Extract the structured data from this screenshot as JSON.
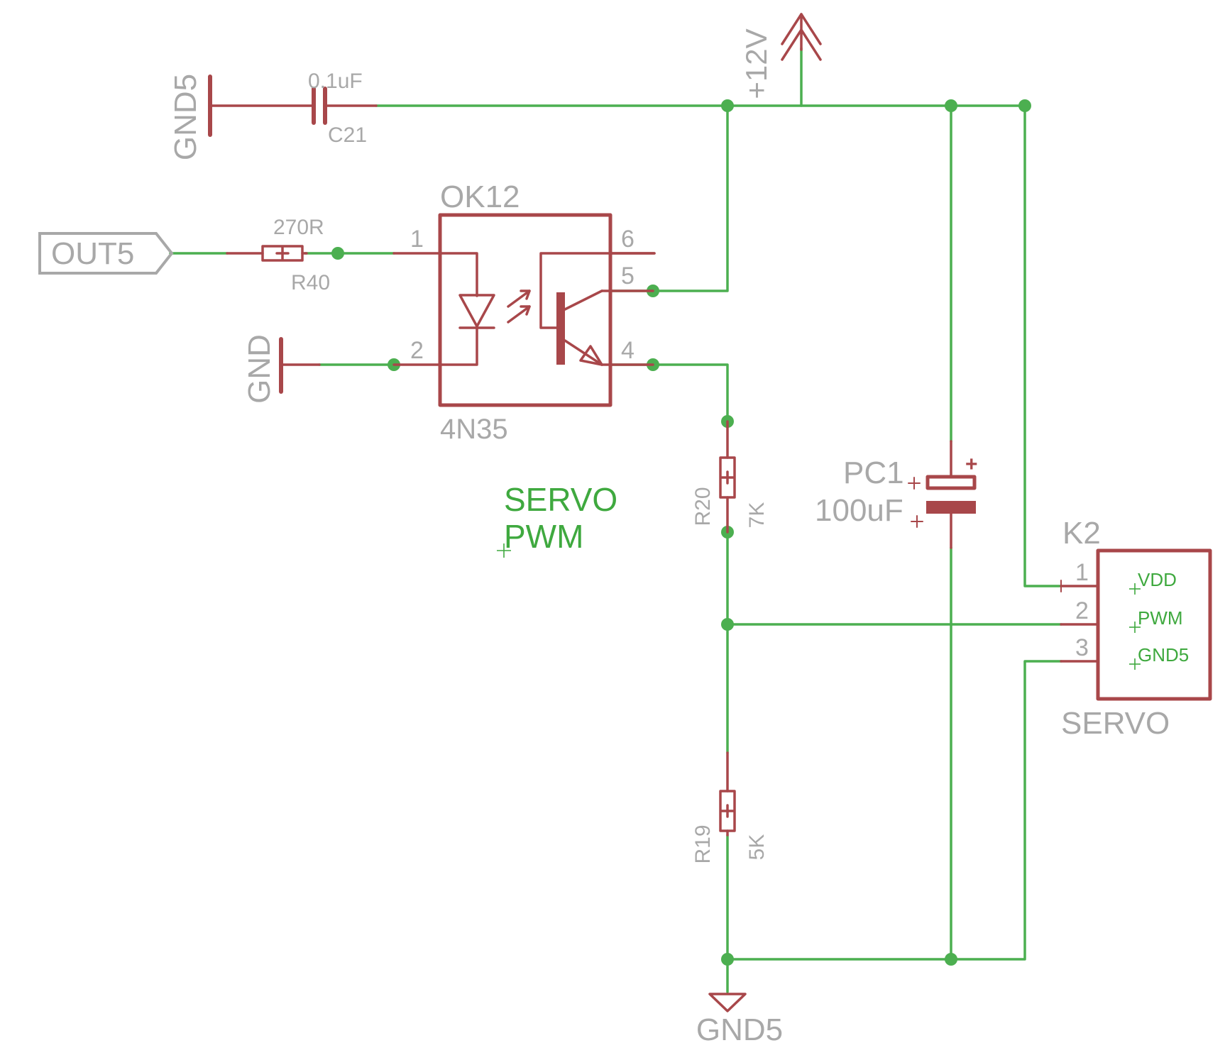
{
  "colors": {
    "wire": "#4caf50",
    "symbol": "#a8474a",
    "label": "#a8a8a8",
    "net_label": "#3fa93f"
  },
  "power": {
    "gnd5_top": "GND5",
    "gnd_left": "GND",
    "vcc": "+12V",
    "gnd5_bottom": "GND5"
  },
  "c21": {
    "value": "0.1uF",
    "name": "C21"
  },
  "r40": {
    "value": "270R",
    "name": "R40"
  },
  "out5": {
    "label": "OUT5"
  },
  "ok12": {
    "name": "OK12",
    "part": "4N35",
    "pins": [
      "1",
      "2",
      "6",
      "5",
      "4"
    ]
  },
  "r20": {
    "name": "R20",
    "value": "7K"
  },
  "r19": {
    "name": "R19",
    "value": "5K"
  },
  "pc1": {
    "name": "PC1",
    "value": "100uF",
    "polarity": "+"
  },
  "k2": {
    "name": "K2",
    "part": "SERVO",
    "pins": [
      "1",
      "2",
      "3"
    ],
    "pin_names": [
      "VDD",
      "PWM",
      "GND5"
    ]
  },
  "note": {
    "line1": "SERVO",
    "line2": "PWM"
  }
}
